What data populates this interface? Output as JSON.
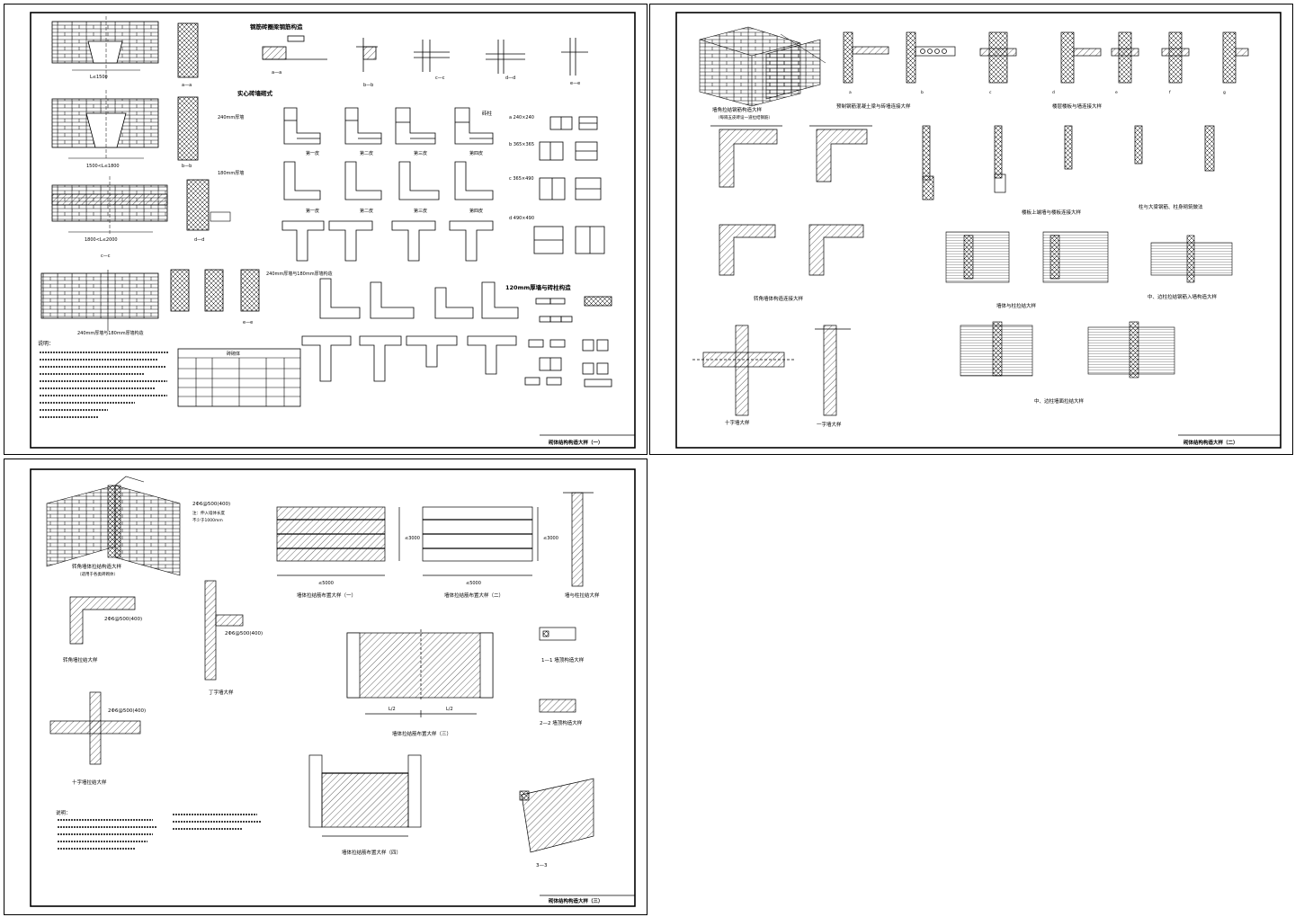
{
  "sheets": {
    "sheet1": {
      "title_block": "砌体结构构造大样（一）",
      "heading_anchor": "钢筋砖圈梁钢筋构造",
      "heading_solid": "实心砖墙砌式",
      "heading_120": "120mm厚墙与砖柱构造",
      "label_240": "240mm厚墙",
      "label_180": "180mm厚墙",
      "label_240_180": "240mm厚墙与180mm厚墙构造",
      "label_brick_col": "砖柱",
      "labels_columns": [
        "a 240×240",
        "b 365×365",
        "c 365×490",
        "d 490×490"
      ],
      "course_labels": [
        "第一皮",
        "第二皮",
        "第三皮",
        "第四皮"
      ],
      "section_labels": [
        "a—a",
        "b—b",
        "c—c",
        "d—d",
        "e—e"
      ],
      "span_a": "L≤1500",
      "span_b": "1500<L≤1800",
      "span_c": "1800<L≤2000",
      "notes_title": "说明：",
      "table_header": "砖砌体"
    },
    "sheet2": {
      "title_block": "砌体结构构造大样（二）",
      "cap_wall_axon": "墙角拉结钢筋构造大样",
      "cap_wall_axon_sub": "（每隔五皮砖设一道拉结钢筋）",
      "cap_beam_wall": "预制钢筋混凝土梁与砖墙连接大样",
      "cap_floor_wall": "楼层楼板与墙连接大样",
      "cap_corner": "转角墙体构造连接大样",
      "cap_slab_wall": "楼板上端墙与楼板连接大样",
      "cap_col_beam": "柱与大梁钢筋、柱身砌筑做法",
      "cap_tee": "十字墙大样",
      "cap_L": "一字墙大样",
      "cap_joint": "墙体与柱拉结大样",
      "cap_joint2": "中、边柱拉结钢筋入墙构造大样",
      "cap_joint3": "中、边柱墙面拉结大样",
      "sub_labels": [
        "a",
        "b",
        "c",
        "d",
        "e",
        "f",
        "g"
      ]
    },
    "sheet3": {
      "title_block": "砌体结构构造大样（三）",
      "rebar_note": "2Φ6@500(400)",
      "rebar_text1": "注：伸入墙体长度",
      "rebar_text2": "不少于1000mm",
      "cap_axon": "转角墙体拉结构造大样",
      "cap_axon_sub": "（适用于各类砖砌体）",
      "cap_corner": "转角墙拉结大样",
      "cap_tee": "丁字墙大样",
      "cap_cross": "十字墙拉结大样",
      "cap_wall1": "墙体拉结筋布置大样（一）",
      "cap_wall2": "墙体拉结筋布置大样（二）",
      "cap_wall3": "墙体拉结筋布置大样（三）",
      "cap_wall4": "墙体拉结筋布置大样（四）",
      "cap_side": "墙与柱拉结大样",
      "cap_11": "1—1 墙顶构造大样",
      "cap_22": "2—2 墙顶构造大样",
      "cap_33": "3—3",
      "dim_3000": "≤3000",
      "dim_5000": "≤5000",
      "dim_lh": "L/2",
      "notes_title": "说明："
    }
  },
  "colors": {
    "line": "#000000",
    "background": "#ffffff"
  }
}
